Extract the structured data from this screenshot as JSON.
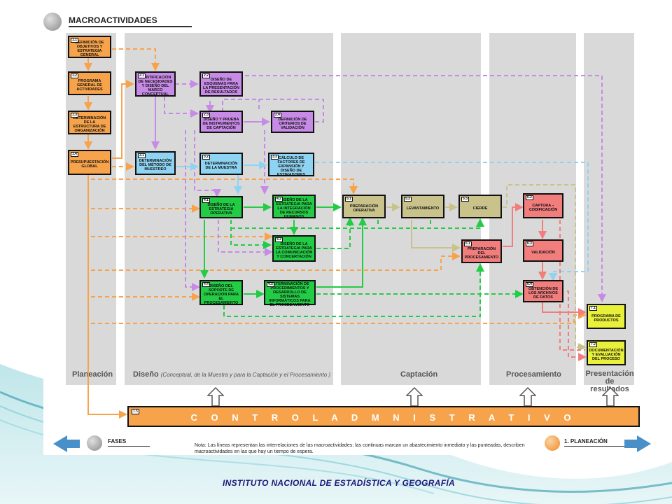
{
  "title": "MACROACTIVIDADES",
  "phases": {
    "planeacion": "Planeación",
    "diseno": "Diseño",
    "diseno_sub": "(Conceptual, de la Muestra y para la Captación y el Procesamiento )",
    "captacion": "Captación",
    "procesamiento": "Procesamiento",
    "presentacion": "Presentación de resultados"
  },
  "activities": [
    {
      "num": "1.1",
      "label": "DEFINICIÓN DE OBJETIVOS Y ESTRATEGIA GENERAL",
      "color": "orange"
    },
    {
      "num": "1.2",
      "label": "PROGRAMA GENERAL DE ACTIVIDADES",
      "color": "orange"
    },
    {
      "num": "1.3",
      "label": "DETERMINACIÓN DE LA ESTRUCTURA DE ORGANIZACIÓN",
      "color": "orange"
    },
    {
      "num": "1.4",
      "label": "PRESUPUESTACIÓN GLOBAL",
      "color": "orange"
    },
    {
      "num": "2.1",
      "label": "IDENTIFICACIÓN DE NECESIDADES Y DISEÑO DEL MARCO CONCEPTUAL",
      "color": "violet"
    },
    {
      "num": "2.2",
      "label": "DISEÑO DE ESQUEMAS PARA LA PRESENTACIÓN DE RESULTADOS",
      "color": "violet"
    },
    {
      "num": "2.3",
      "label": "DISEÑO Y PRUEBA DE INSTRUMENTOS DE CAPTACIÓN",
      "color": "violet"
    },
    {
      "num": "2.4",
      "label": "DEFINICIÓN DE CRITERIOS DE VALIDACIÓN",
      "color": "violet"
    },
    {
      "num": "3.1",
      "label": "DETERMINACIÓN DEL MÉTODO DE MUESTREO",
      "color": "blue"
    },
    {
      "num": "3.2",
      "label": "DETERMINACIÓN DE LA MUESTRA",
      "color": "blue"
    },
    {
      "num": "3.3",
      "label": "CÁLCULO DE FACTORES DE EXPANSIÓN Y DISEÑO DE ESTIMADORES",
      "color": "blue"
    },
    {
      "num": "4.1",
      "label": "DISEÑO DE LA ESTRATEGIA OPERATIVA",
      "color": "green"
    },
    {
      "num": "4.2",
      "label": "DISEÑO DE LA ESTRATEGIA PARA LA INTEGRACIÓN DE RECURSOS HUMANOS",
      "color": "green"
    },
    {
      "num": "4.3",
      "label": "DISEÑO DE LA ESTRATEGIA PARA LA COMUNICACIÓN Y CONCERTACIÓN",
      "color": "green"
    },
    {
      "num": "4.4",
      "label": "DISEÑO DEL SOPORTE DE OPERACIÓN PARA EL PROCESAMIENTO",
      "color": "green"
    },
    {
      "num": "4.5",
      "label": "DETERMINACIÓN DE PROCEDIMIENTOS Y DESARROLLO DE SISTEMAS INFORMÁTICOS PARA EL PROCESAMIENTO",
      "color": "green"
    },
    {
      "num": "5.1",
      "label": "PREPARACIÓN OPERATIVA",
      "color": "olive"
    },
    {
      "num": "5.2",
      "label": "LEVANTAMIENTO",
      "color": "olive"
    },
    {
      "num": "5.3",
      "label": "CIERRE",
      "color": "olive"
    },
    {
      "num": "6.1",
      "label": "PREPARACIÓN DEL PROCESAMIENTO",
      "color": "salmon"
    },
    {
      "num": "6.2",
      "label": "CAPTURA – CODIFICACIÓN",
      "color": "salmon"
    },
    {
      "num": "6.3",
      "label": "VALIDACIÓN",
      "color": "salmon"
    },
    {
      "num": "6.4",
      "label": "OBTENCIÓN DE LOS ARCHIVOS DE DATOS",
      "color": "salmon"
    },
    {
      "num": "7.1",
      "label": "PROGRAMA DE PRODUCTOS",
      "color": "yellow"
    },
    {
      "num": "7.2",
      "label": "DOCUMENTACIÓN Y EVALUACIÓN DEL PROCESO",
      "color": "yellow"
    }
  ],
  "control": {
    "num": "1.5",
    "label": "C O N T R O L   A D M N I S T R A T I V O"
  },
  "footer": {
    "fases": "FASES",
    "planeacion": "1. PLANEACIÓN",
    "nota": "Nota: Las líneas representan las interrelaciones de las macroactividades; las continuas marcan un abastecimiento inmediato y las punteadas, describen macroactividades en las que hay un tiempo de espera."
  },
  "institute": "INSTITUTO NACIONAL DE ESTADÍSTICA Y GEOGRAFÍA",
  "colors": {
    "orange": "#f7a34b",
    "violet": "#c78ae6",
    "blue": "#8fd3f2",
    "green": "#22cc44",
    "olive": "#c9c28a",
    "salmon": "#f27d7d",
    "yellow": "#e8f03a",
    "phase_bg": "#d9d9d9",
    "teal_wave": "#3fa9b6"
  }
}
